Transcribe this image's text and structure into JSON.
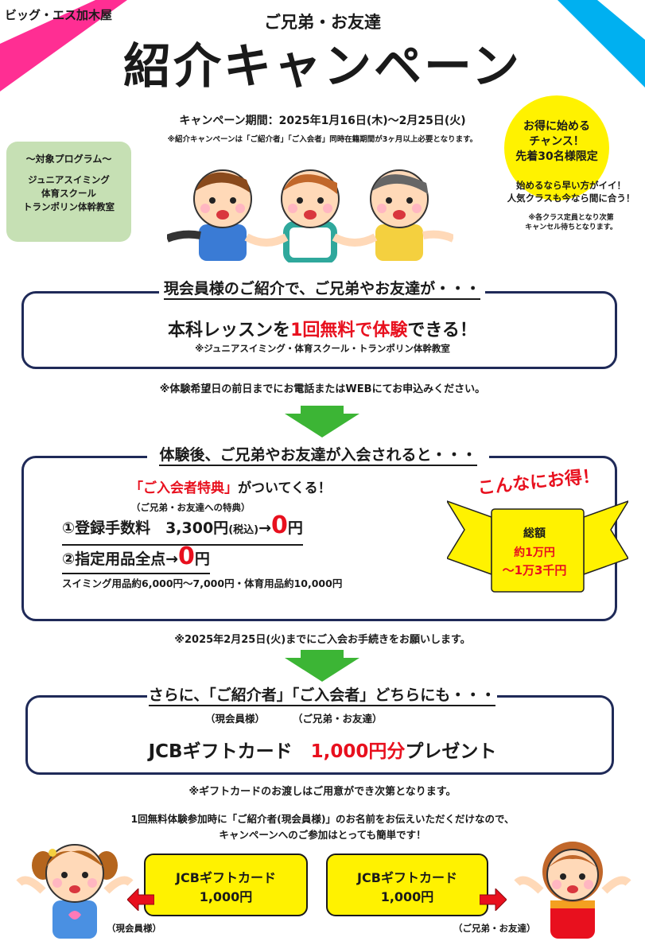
{
  "header": {
    "store_name": "ビッグ・エス加木屋",
    "subtitle": "ご兄弟・お友達",
    "title": "紹介キャンペーン",
    "period": "キャンペーン期間：2025年1月16日(木)～2月25日(火)",
    "period_note": "※紹介キャンペーンは「ご紹介者」「ご入会者」同時在籍期間が3ヶ月以上必要となります。"
  },
  "programs": {
    "title": "～対象プログラム～",
    "items": [
      "ジュニアスイミング",
      "体育スクール",
      "トランポリン体幹教室"
    ]
  },
  "promo": {
    "lines": [
      "お得に始める",
      "チャンス！",
      "先着30名様限定"
    ],
    "extra": [
      "始めるなら早い方がイイ！",
      "人気クラスも今なら間に合う！"
    ],
    "note": [
      "※各クラス定員となり次第",
      "キャンセル待ちとなります。"
    ]
  },
  "section1": {
    "heading": "現会員様のご紹介で、ご兄弟やお友達が・・・",
    "main_a": "本科レッスンを",
    "main_red": "1回無料で体験",
    "main_b": "できる！",
    "note": "※ジュニアスイミング・体育スクール・トランポリン体幹教室",
    "after": "※体験希望日の前日までにお電話またはWEBにてお申込みください。"
  },
  "section2": {
    "heading": "体験後、ご兄弟やお友達が入会されると・・・",
    "benefit_red": "「ご入会者特典」",
    "benefit_rest": "がついてくる！",
    "benefit_sub": "（ご兄弟・お友達への特典）",
    "line1_a": "①登録手数料　3,300円",
    "line1_small": "(税込)",
    "line1_b": "→",
    "line1_zero": "0",
    "line1_c": "円",
    "line2_a": "②指定用品全点→",
    "line2_zero": "0",
    "line2_c": "円",
    "line3": "スイミング用品約6,000円～7,000円・体育用品約10,000円",
    "after": "※2025年2月25日(火)までにご入会お手続きをお願いします。"
  },
  "banner": {
    "headline": "こんなにお得！",
    "total_label": "総額",
    "total_value1": "約1万円",
    "total_value2": "～1万3千円"
  },
  "section3": {
    "heading": "さらに、「ご紹介者」「ご入会者」どちらにも・・・",
    "label_member": "（現会員様）",
    "label_friend": "（ご兄弟・お友達）",
    "gift_a": "JCBギフトカード　",
    "gift_red": "1,000円分",
    "gift_b": "プレゼント",
    "after": "※ギフトカードのお渡しはご用意ができ次第となります。"
  },
  "bottom": {
    "text_lines": [
      "1回無料体験参加時に「ご紹介者(現会員様)」のお名前をお伝えいただくだけなので、",
      "キャンペーンへのご参加はとっても簡単です！"
    ],
    "card_left_title": "JCBギフトカード",
    "card_left_amount": "1,000円",
    "card_right_title": "JCBギフトカード",
    "card_right_amount": "1,000円",
    "label_left": "（現会員様）",
    "label_right": "（ご兄弟・お友達）"
  },
  "colors": {
    "accent_red": "#e8101e",
    "frame_navy": "#1f2a58",
    "arrow_green": "#3cb535",
    "banner_yellow": "#fff200",
    "program_green": "#c6e0b4",
    "ribbon_pink": "#ff2e93",
    "ribbon_cyan": "#00b0f0"
  }
}
